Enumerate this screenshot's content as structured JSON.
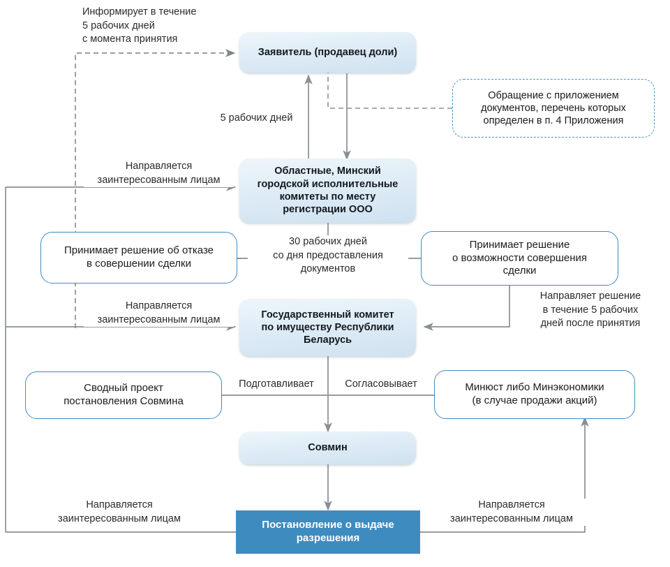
{
  "diagram": {
    "title_hidden": "",
    "colors": {
      "node_fill_primary": "#dceaf5",
      "node_border_outline": "#3c8cc0",
      "callout_border": "#4a90c4",
      "final_fill": "#3e8bc0",
      "final_text": "#ffffff",
      "wire": "#8a8f94",
      "text": "#2b2b2b"
    },
    "nodes": {
      "applicant": "Заявитель (продавец доли)",
      "committees": "Областные, Минский\nгородской исполнительные\nкомитеты по месту\nрегистрации ООО",
      "refusal": "Принимает решение об отказе\nв совершении сделки",
      "approval": "Принимает решение\nо возможности совершения\nсделки",
      "state_committee": "Государственный комитет\nпо имуществу Республики\nБеларусь",
      "draft_resolution": "Сводный проект\nпостановления Совмина",
      "minjust": "Минюст либо Минэкономики\n(в случае продажи акций)",
      "sovmin": "Совмин",
      "final_resolution": "Постановление о выдаче\nразрешения",
      "callout_application": "Обращение с приложением\nдокументов, перечень которых\nопределен в п. 4 Приложения"
    },
    "edge_labels": {
      "informs_5_days": "Информирует в течение\n5 рабочих дней\nс момента принятия",
      "five_working_days": "5 рабочих дней",
      "sent_to_interested_1": "Направляется\nзаинтересованным лицам",
      "thirty_working_days": "30 рабочих дней\nсо дня предоставления\nдокументов",
      "sends_decision_5_days": "Направляет решение\nв течение 5 рабочих\nдней после принятия",
      "sent_to_interested_2": "Направляется\nзаинтересованным лицам",
      "prepares": "Подготавливает",
      "approves": "Согласовывает",
      "sent_to_interested_3": "Направляется\nзаинтересованным лицам",
      "sent_to_interested_4": "Направляется\nзаинтересованным лицам"
    }
  }
}
